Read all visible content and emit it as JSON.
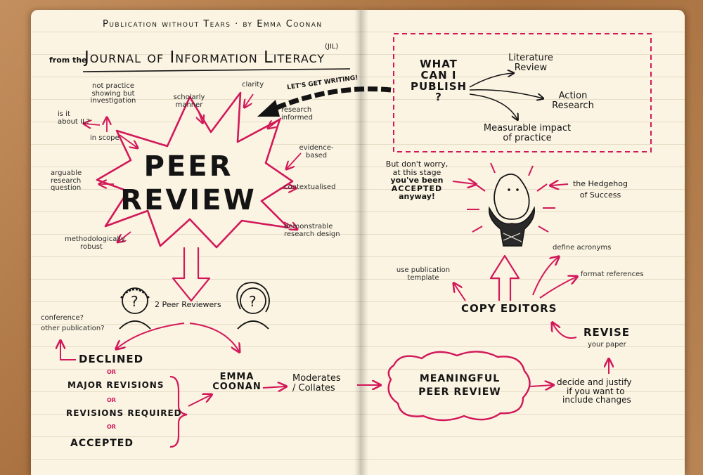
{
  "title": {
    "line1": "Publication without Tears · by Emma Coonan",
    "from_prefix": "from the",
    "journal": "Journal of Information Literacy",
    "journal_abbrev": "(JIL)"
  },
  "peer_review": {
    "line1": "PEER",
    "line2": "REVIEW",
    "criteria": {
      "not_practice": [
        "not practice",
        "showing but",
        "investigation"
      ],
      "is_it_about": [
        "is it",
        "about IL?"
      ],
      "in_scope": "in scope",
      "scholarly": [
        "scholarly",
        "manner"
      ],
      "clarity": "clarity",
      "research_informed": [
        "research",
        "informed"
      ],
      "evidence_based": [
        "evidence-",
        "based"
      ],
      "contextualised": "contextualised",
      "demonstrable": [
        "demonstrable",
        "research design"
      ],
      "methodologically": [
        "methodologically",
        "robust"
      ],
      "arguable": [
        "arguable",
        "research",
        "question"
      ]
    }
  },
  "lets_get_writing": "LET'S GET WRITING!",
  "what_can_i_publish": {
    "question": [
      "WHAT",
      "CAN I",
      "PUBLISH",
      "?"
    ],
    "options": {
      "literature": [
        "Literature",
        "Review"
      ],
      "action": [
        "Action",
        "Research"
      ],
      "measurable": [
        "Measurable impact",
        "of practice"
      ]
    }
  },
  "reviewers": "2 Peer Reviewers",
  "reviewer_icon": "question-mark-face",
  "conference": [
    "conference?",
    "other publication?"
  ],
  "outcomes": {
    "declined": "DECLINED",
    "or1": "OR",
    "major": "MAJOR REVISIONS",
    "or2": "OR",
    "required": "REVISIONS REQUIRED",
    "or3": "OR",
    "accepted": "ACCEPTED"
  },
  "emma": [
    "EMMA",
    "COONAN"
  ],
  "moderates": [
    "Moderates",
    "/ Collates"
  ],
  "meaningful": [
    "MEANINGFUL",
    "PEER REVIEW"
  ],
  "decide": [
    "decide and justify",
    "if you want to",
    "include changes"
  ],
  "revise": {
    "title": "REVISE",
    "sub": "your paper"
  },
  "copy_editors": {
    "title": "COPY EDITORS",
    "template": [
      "use publication",
      "template"
    ],
    "acronyms": "define acronyms",
    "references": "format references"
  },
  "dont_worry": [
    "But don't worry,",
    "at this stage",
    "you've been",
    "ACCEPTED",
    "anyway!"
  ],
  "hedgehog": [
    "the Hedgehog",
    "of Success"
  ],
  "colors": {
    "ink": "#141414",
    "accent": "#d2185a",
    "paper": "#fbf4e2"
  }
}
